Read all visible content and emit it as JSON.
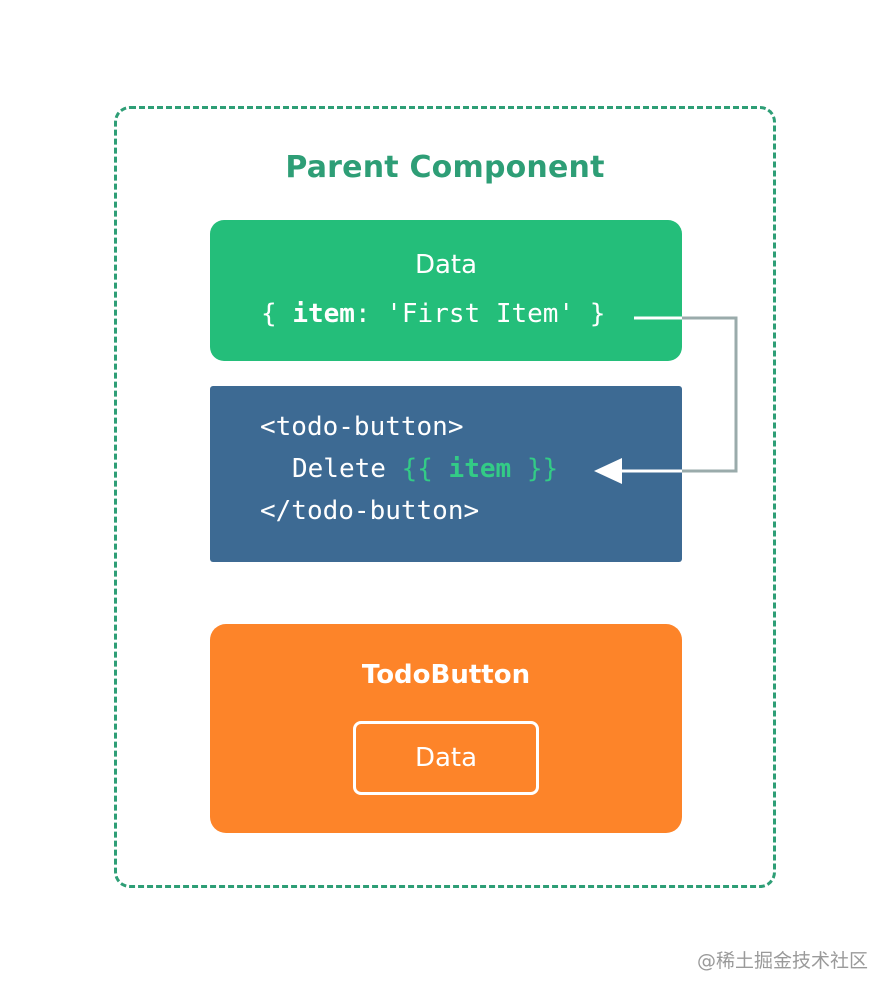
{
  "diagram": {
    "parent_title": "Parent Component",
    "data_box": {
      "title": "Data",
      "code": {
        "open": "{ ",
        "key": "item",
        "rest": ": 'First Item' }"
      }
    },
    "template_box": {
      "line1": "<todo-button>",
      "line2_prefix": "Delete ",
      "mustache_open": "{{ ",
      "mustache_var": "item",
      "mustache_close": " }}",
      "line3": "</todo-button>"
    },
    "todo_box": {
      "title": "TodoButton",
      "inner_label": "Data"
    }
  },
  "watermark": "@稀土掘金技术社区",
  "colors": {
    "parent_border": "#2e9e76",
    "data_green": "#24be7a",
    "template_blue": "#3d6a93",
    "todo_orange": "#fd8429",
    "mustache_green": "#33cb86",
    "connector_gray": "#9aabab"
  }
}
